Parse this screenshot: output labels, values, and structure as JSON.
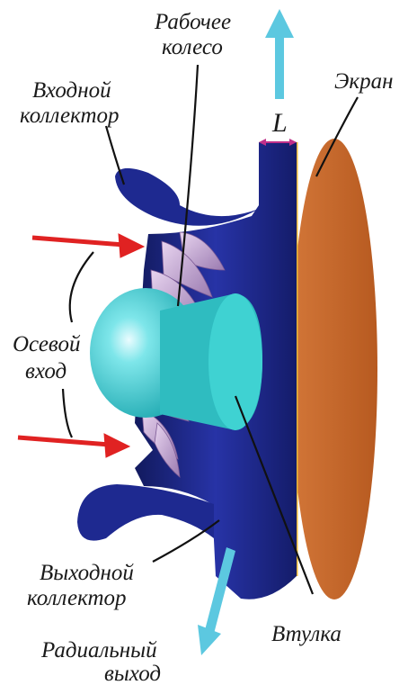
{
  "labels": {
    "impeller": [
      "Рабочее",
      "колесо"
    ],
    "inlet_collector": [
      "Входной",
      "коллектор"
    ],
    "screen": "Экран",
    "gap": "L",
    "axial_inlet": [
      "Осевой",
      "вход"
    ],
    "outlet_collector": [
      "Выходной",
      "коллектор"
    ],
    "hub": "Втулка",
    "radial_outlet": [
      "Радиальный",
      "выход"
    ]
  },
  "colors": {
    "housing": "#1f2a8f",
    "housing_dark": "#141c66",
    "screen": "#c8692a",
    "screen_edge": "#e0b030",
    "hub": "#36c4c4",
    "blades": "#c9a9d6",
    "inlet_arrow": "#e02020",
    "axis_arrow": "#5cc8e0",
    "gap_marker": "#c0308a"
  }
}
